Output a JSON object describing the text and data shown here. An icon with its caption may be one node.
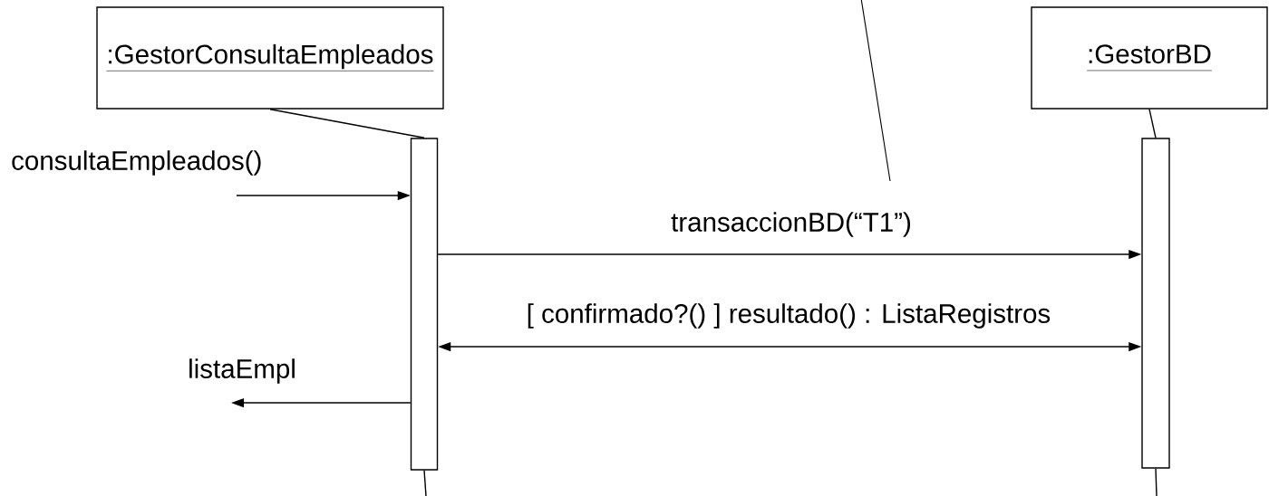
{
  "diagram": {
    "nodes": [
      {
        "text": [
          ":GestorConsultaEmpleados"
        ]
      },
      {
        "text": [],
        "shape": "bar"
      },
      {
        "text": [
          ":GestorBD"
        ]
      },
      {
        "text": [],
        "shape": "bar"
      }
    ],
    "edges": [
      {
        "from": 0,
        "to": 1,
        "arrow": "none"
      },
      {
        "from": 2,
        "to": 3,
        "arrow": "none"
      },
      {
        "from": 1,
        "to": null,
        "arrow": "none"
      },
      {
        "from": 3,
        "to": null,
        "arrow": "none"
      },
      {
        "from": null,
        "to": 1,
        "arrow": "to",
        "label": "consultaEmpleados()"
      },
      {
        "from": 1,
        "to": 3,
        "arrow": "to",
        "label": "transaccionBD(“T1”)"
      },
      {
        "from": 1,
        "to": 3,
        "arrow": "both",
        "label": "[ confirmado?() ] resultado() : ListaRegistros"
      },
      {
        "from": 1,
        "to": null,
        "arrow": "to",
        "label": "listaEmpl"
      }
    ]
  }
}
